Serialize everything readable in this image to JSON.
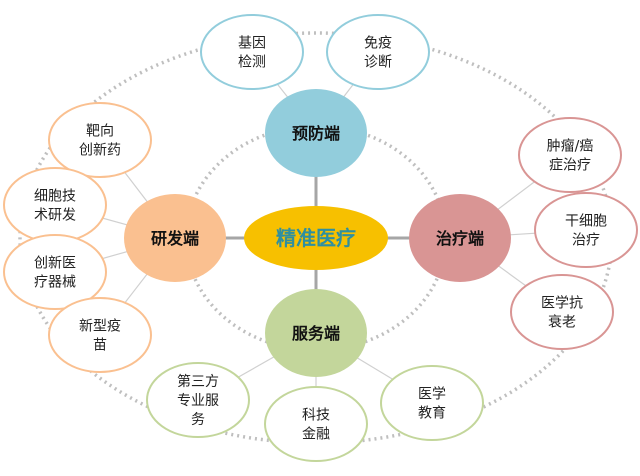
{
  "title": "精准医疗",
  "colors": {
    "core": "#F7C000",
    "prevent": "#92CDDC",
    "rd": "#FAC090",
    "treat": "#D99594",
    "service": "#C3D69B",
    "line": "#A6A6A6",
    "dots": "#BFBFBF"
  },
  "hubs": {
    "prevent": {
      "label": "预防端",
      "children": [
        [
          "基因",
          "检测"
        ],
        [
          "免疫",
          "诊断"
        ]
      ]
    },
    "rd": {
      "label": "研发端",
      "children": [
        [
          "靶向",
          "创新药"
        ],
        [
          "细胞技",
          "术研发"
        ],
        [
          "创新医",
          "疗器械"
        ],
        [
          "新型疫",
          "苗"
        ]
      ]
    },
    "treat": {
      "label": "治疗端",
      "children": [
        [
          "肿瘤/癌",
          "症治疗"
        ],
        [
          "干细胞",
          "治疗"
        ],
        [
          "医学抗",
          "衰老"
        ]
      ]
    },
    "service": {
      "label": "服务端",
      "children": [
        [
          "第三方",
          "专业服",
          "务"
        ],
        [
          "科技",
          "金融"
        ],
        [
          "医学",
          "教育"
        ]
      ]
    }
  }
}
